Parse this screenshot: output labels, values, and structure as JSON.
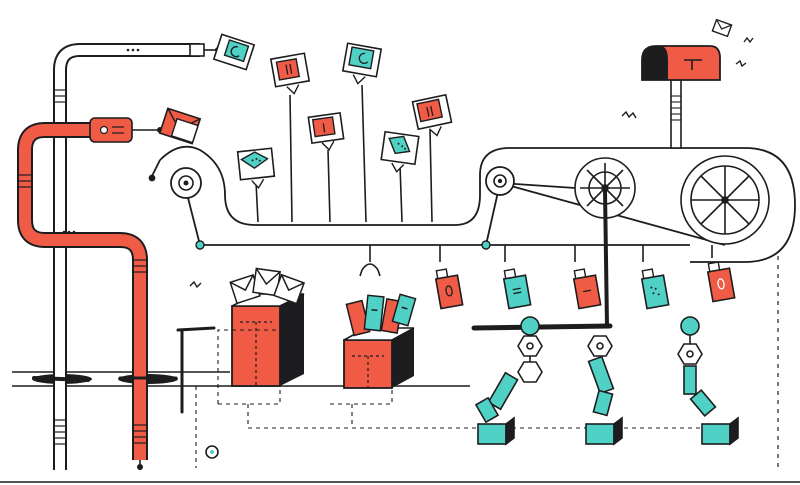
{
  "illustration": {
    "subject": "mail-processing-factory",
    "palette": {
      "ink": "#1d1d1f",
      "red": "#ef5b45",
      "teal": "#4fd1c5",
      "white": "#ffffff"
    },
    "envelope_colors": [
      "teal",
      "red",
      "teal",
      "red",
      "teal",
      "red",
      "teal",
      "red"
    ],
    "conveyor_envelope_colors": [
      "red",
      "teal",
      "red",
      "teal",
      "red"
    ],
    "robot_arms": 3,
    "mailbox_flag": "raised"
  }
}
